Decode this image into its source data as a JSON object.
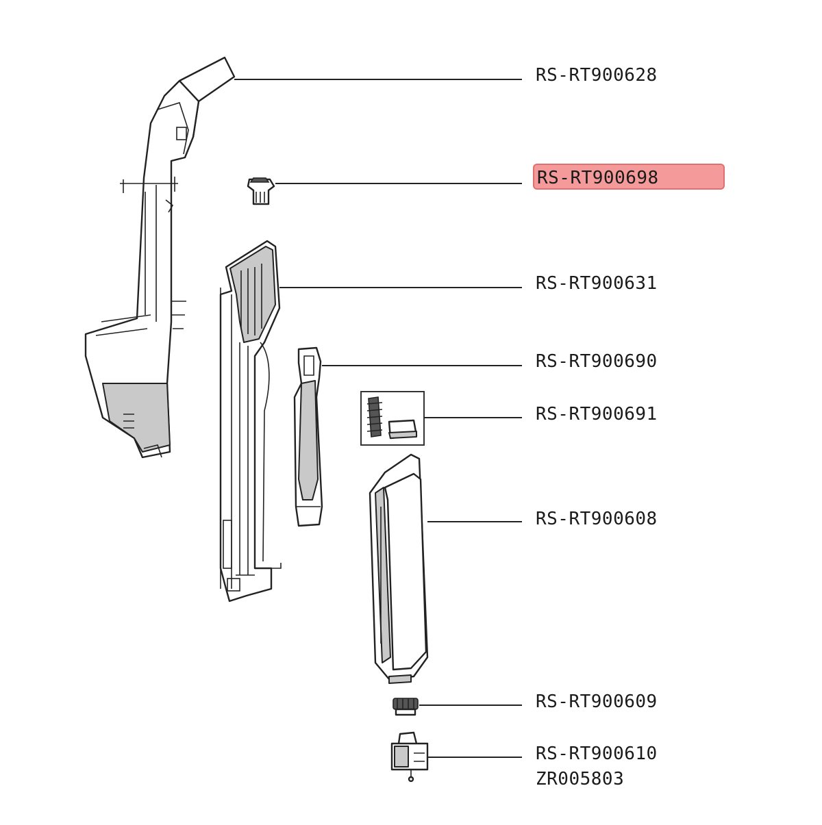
{
  "callouts": [
    {
      "part_number": "RS-RT900628"
    },
    {
      "part_number": "RS-RT900698",
      "highlighted": true,
      "highlight_color": "#f59a9a"
    },
    {
      "part_number": "RS-RT900631"
    },
    {
      "part_number": "RS-RT900690"
    },
    {
      "part_number": "RS-RT900691"
    },
    {
      "part_number": "RS-RT900608"
    },
    {
      "part_number": "RS-RT900609"
    },
    {
      "part_number": "RS-RT900610",
      "secondary_number": "ZR005803"
    }
  ],
  "colors": {
    "line": "#222222",
    "highlight": "#f59a9a",
    "part_fill": "#c9c9c9"
  }
}
